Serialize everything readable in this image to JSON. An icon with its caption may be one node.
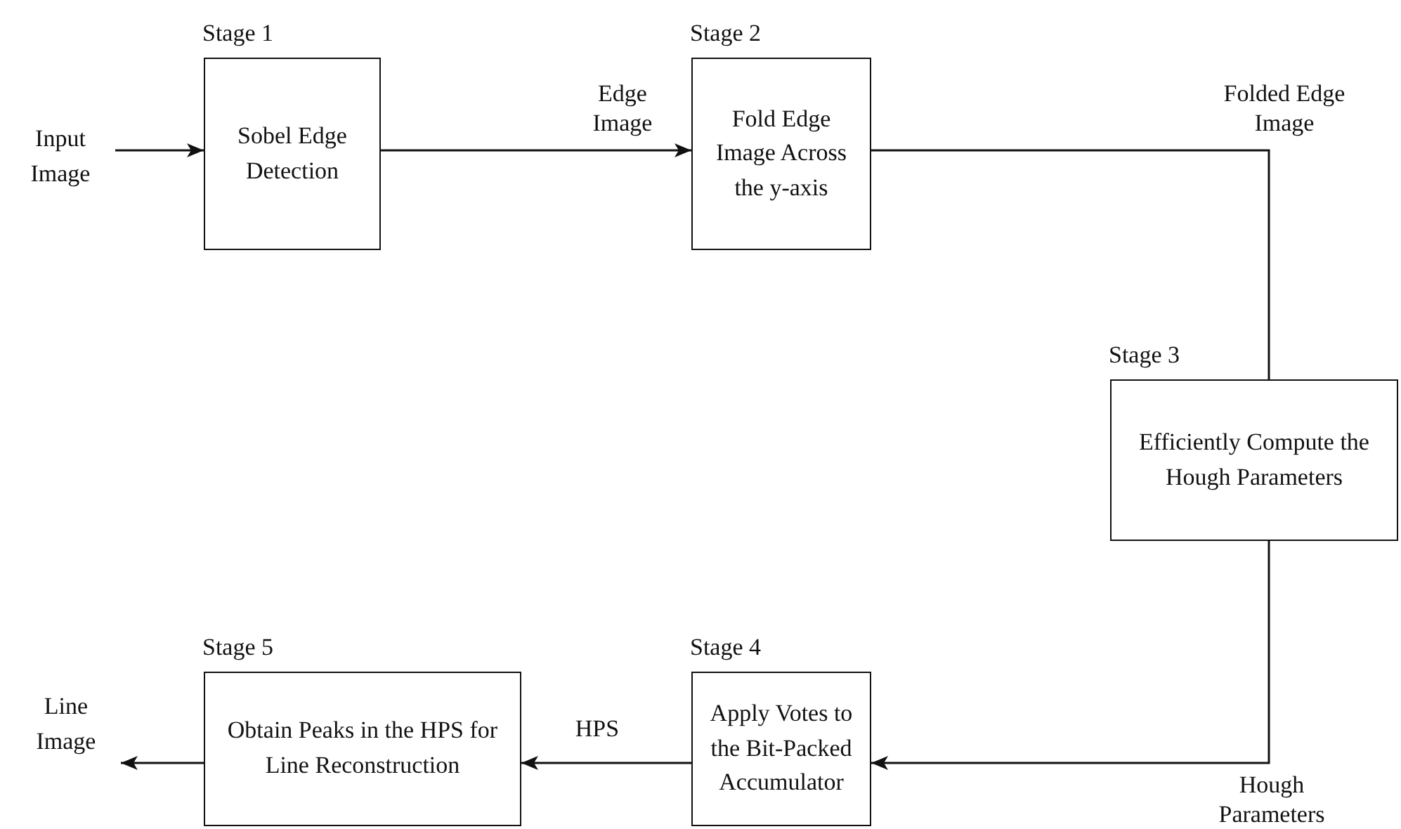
{
  "diagram": {
    "nodes": [
      {
        "text": [
          "Input Image"
        ]
      },
      {
        "text": [
          "Stage 1",
          "Sobel Edge Detection"
        ]
      },
      {
        "text": [
          "Stage 2",
          "Fold Edge Image Across the y-axis"
        ]
      },
      {
        "text": [
          "Stage 3",
          "Efficiently Compute the Hough Parameters"
        ]
      },
      {
        "text": [
          "Stage 4",
          "Apply Votes to the Bit-Packed Accumulator"
        ]
      },
      {
        "text": [
          "Stage 5",
          "Obtain Peaks in the HPS for Line Reconstruction"
        ]
      },
      {
        "text": [
          "Line Image"
        ]
      }
    ],
    "edges": [
      {
        "from": 0,
        "to": 1,
        "arrow": "to"
      },
      {
        "from": 1,
        "to": 2,
        "arrow": "to",
        "label": "Edge Image"
      },
      {
        "from": 2,
        "to": 3,
        "arrow": "none",
        "label": "Folded Edge Image"
      },
      {
        "from": 3,
        "to": 4,
        "arrow": "to",
        "label": "Hough Parameters"
      },
      {
        "from": 4,
        "to": 5,
        "arrow": "to",
        "label": "HPS"
      },
      {
        "from": 5,
        "to": 6,
        "arrow": "to"
      }
    ]
  }
}
